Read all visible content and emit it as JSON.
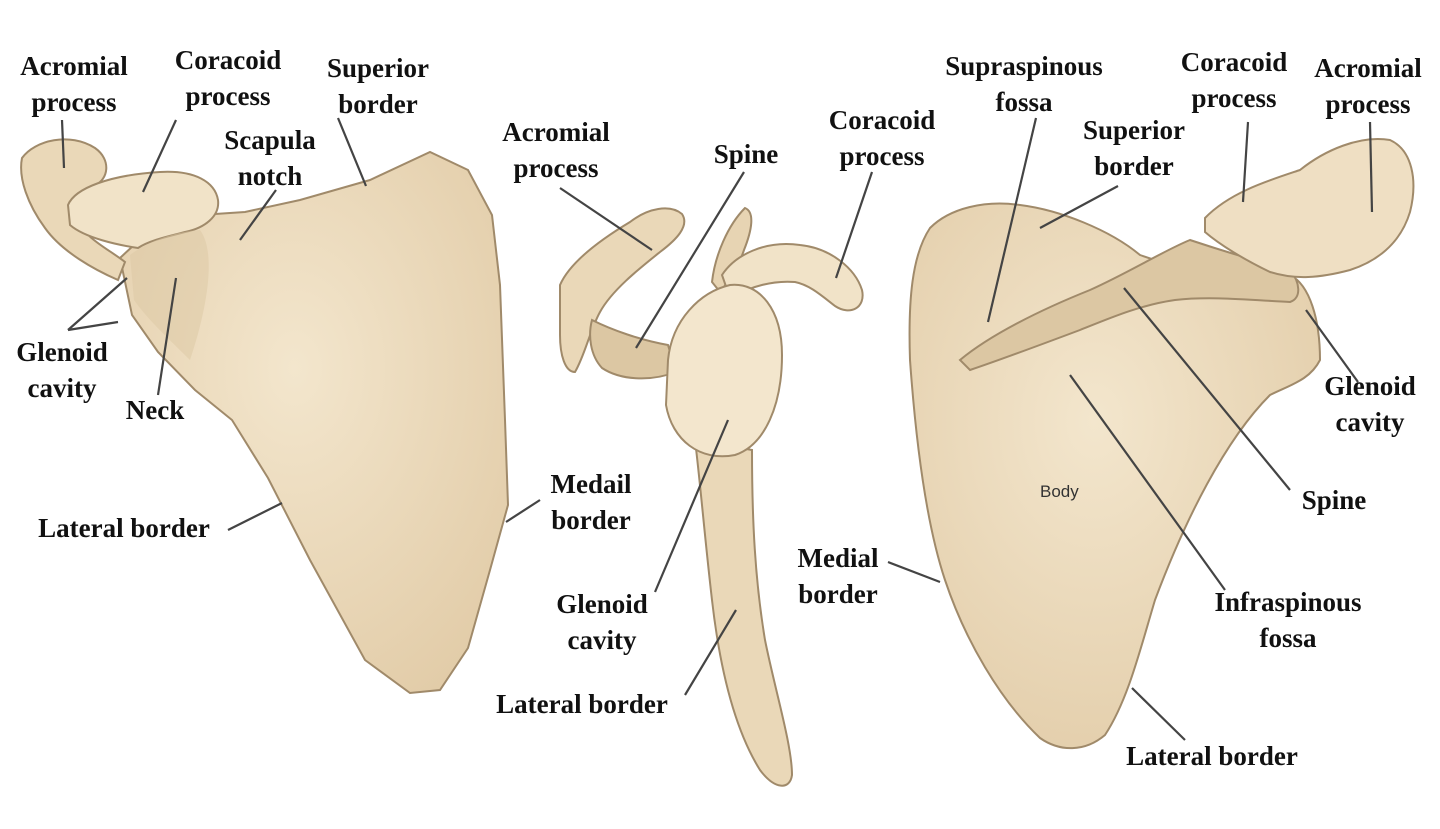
{
  "colors": {
    "bone_fill": "#efdfc3",
    "bone_shade": "#dcc7a3",
    "bone_outline": "#a08a6a",
    "leader_line": "#444444",
    "label_text": "#111111"
  },
  "anterior_view": {
    "acromial_process": [
      "Acromial",
      "process"
    ],
    "coracoid_process": [
      "Coracoid",
      "process"
    ],
    "superior_border": [
      "Superior",
      "border"
    ],
    "scapula_notch": [
      "Scapula",
      "notch"
    ],
    "glenoid_cavity": [
      "Glenoid",
      "cavity"
    ],
    "neck": [
      "Neck"
    ],
    "lateral_border": [
      "Lateral border"
    ],
    "medial_border": [
      "Medail",
      "border"
    ]
  },
  "lateral_view": {
    "acromial_process": [
      "Acromial",
      "process"
    ],
    "spine": [
      "Spine"
    ],
    "coracoid_process": [
      "Coracoid",
      "process"
    ],
    "glenoid_cavity": [
      "Glenoid",
      "cavity"
    ],
    "lateral_border": [
      "Lateral border"
    ]
  },
  "posterior_view": {
    "supraspinous_fossa": [
      "Supraspinous",
      "fossa"
    ],
    "coracoid_process": [
      "Coracoid",
      "process"
    ],
    "acromial_process": [
      "Acromial",
      "process"
    ],
    "superior_border": [
      "Superior",
      "border"
    ],
    "glenoid_cavity": [
      "Glenoid",
      "cavity"
    ],
    "spine": [
      "Spine"
    ],
    "body": "Body",
    "medial_border": [
      "Medial",
      "border"
    ],
    "infraspinous_fossa": [
      "Infraspinous",
      "fossa"
    ],
    "lateral_border": [
      "Lateral border"
    ]
  }
}
